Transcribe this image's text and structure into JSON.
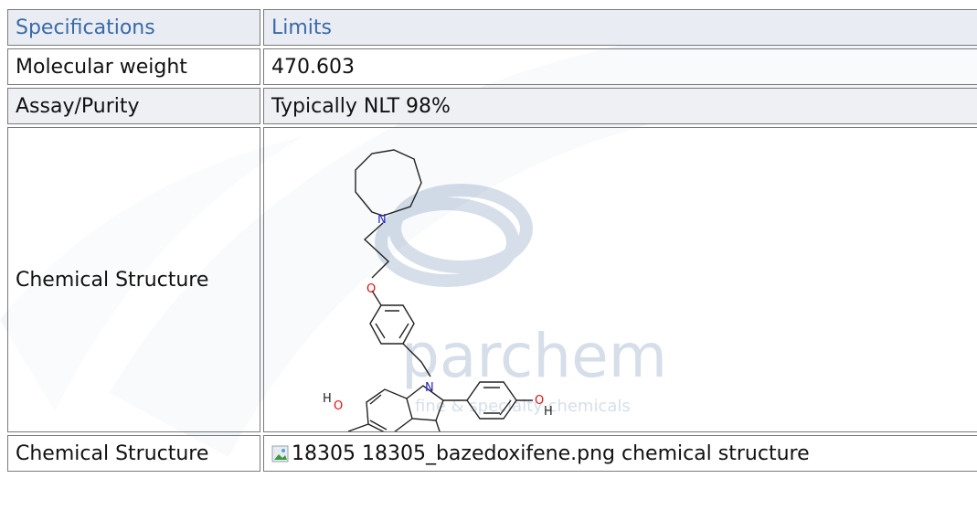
{
  "table": {
    "header": {
      "col1": "Specifications",
      "col2": "Limits"
    },
    "rows": [
      {
        "label": "Molecular weight",
        "value": "470.603"
      },
      {
        "label": "Assay/Purity",
        "value": "Typically NLT 98%"
      },
      {
        "label": "Chemical Structure"
      },
      {
        "label": "Chemical Structure",
        "value": "18305 18305_bazedoxifene.png chemical structure"
      }
    ]
  },
  "structure": {
    "atoms": {
      "n": "N",
      "o": "O",
      "h": "H"
    },
    "watermark": {
      "brand": "parchem",
      "tagline": "fine & specialty chemicals"
    }
  },
  "colors": {
    "header_text": "#3a6aa8",
    "nitrogen": "#2323c8",
    "oxygen": "#e01010",
    "border": "#7a7a7a"
  },
  "icons": {
    "broken_image": "broken-image-icon"
  }
}
